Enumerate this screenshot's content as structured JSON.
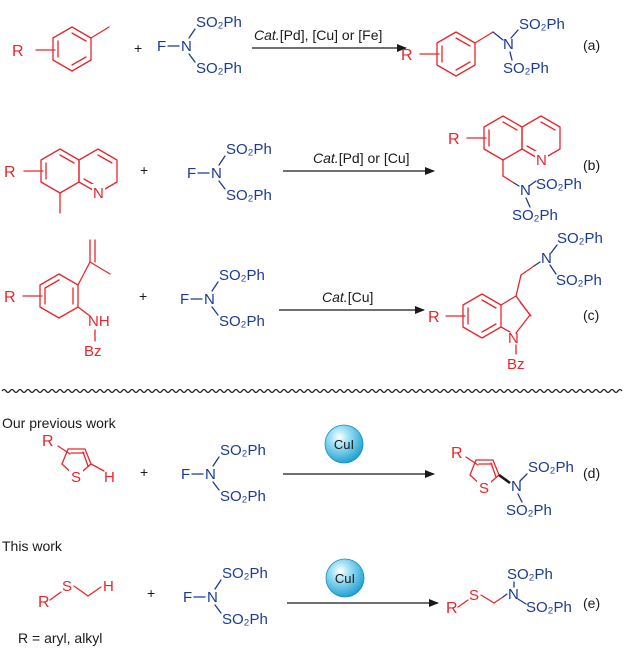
{
  "scheme": {
    "reagent": {
      "f": "F",
      "n": "N",
      "so2ph": "SO₂Ph"
    },
    "plus": "+",
    "substituent_r": "R",
    "reactions": [
      {
        "label": "(a)",
        "conditions_cat": "Cat.",
        "conditions_rest": "[Pd], [Cu] or [Fe]"
      },
      {
        "label": "(b)",
        "conditions_cat": "Cat.",
        "conditions_rest": "[Pd] or [Cu]",
        "ring_n": "N"
      },
      {
        "label": "(c)",
        "conditions_cat": "Cat.",
        "conditions_rest": "[Cu]",
        "nh": "NH",
        "bz": "Bz",
        "indole_n": "N"
      },
      {
        "label": "(d)",
        "heading": "Our previous work",
        "catalyst": "CuI",
        "s_atom": "S",
        "h_atom": "H"
      },
      {
        "label": "(e)",
        "heading": "This work",
        "catalyst": "CuI",
        "s_atom": "S",
        "h_atom": "H",
        "footnote": "R = aryl, alkyl"
      }
    ]
  },
  "colors": {
    "substrate": "#e8262b",
    "reagent": "#1b3a94",
    "catalyst_sphere": "#3bb6e0"
  },
  "icons": [
    "arrow-right-icon",
    "catalyst-sphere-icon"
  ]
}
